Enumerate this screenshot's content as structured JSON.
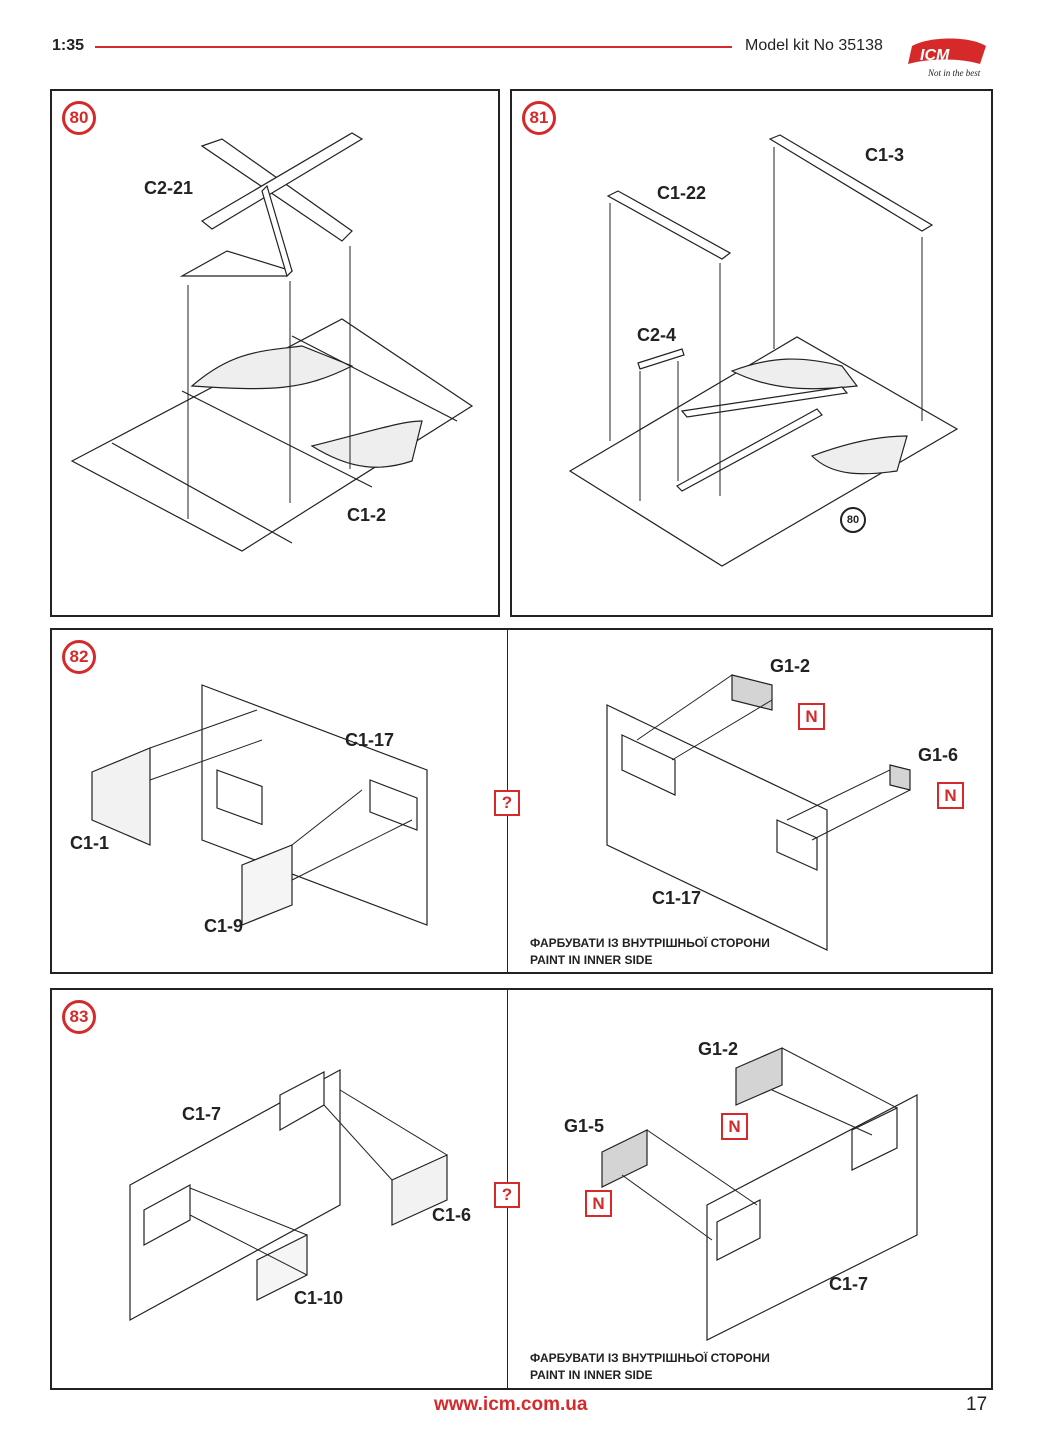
{
  "header": {
    "scale": "1:35",
    "model_kit": "Model kit No 35138",
    "brand": "ICM",
    "tagline": "Not in the best"
  },
  "steps": [
    {
      "number": "80",
      "labels": {
        "top_part": "C2-21",
        "base": "C1-2"
      }
    },
    {
      "number": "81",
      "labels": {
        "right_bar": "C1-3",
        "left_bar": "C1-22",
        "small_part": "C2-4"
      },
      "ref_step": "80"
    },
    {
      "number": "82",
      "labels": {
        "panel_left": "C1-17",
        "part_a": "C1-1",
        "part_b": "C1-9",
        "window_a": "G1-2",
        "window_b": "G1-6",
        "panel_right": "C1-17"
      },
      "window_marks": [
        "N",
        "N"
      ],
      "question_mark": "?"
    },
    {
      "number": "83",
      "labels": {
        "panel_left": "C1-7",
        "part_a": "C1-6",
        "part_b": "C1-10",
        "window_a": "G1-2",
        "window_b": "G1-5",
        "panel_right": "C1-7"
      },
      "window_marks": [
        "N",
        "N"
      ],
      "question_mark": "?"
    }
  ],
  "notes": {
    "paint_ukr": "ФАРБУВАТИ ІЗ ВНУТРІШНЬОЇ СТОРОНИ",
    "paint_eng": "PAINT IN INNER SIDE"
  },
  "footer": {
    "website": "www.icm.com.ua",
    "page_number": "17"
  },
  "colors": {
    "accent": "#d62a2a",
    "line": "#222222",
    "part_fill": "#ffffff",
    "glass": "#d4d4d4"
  }
}
